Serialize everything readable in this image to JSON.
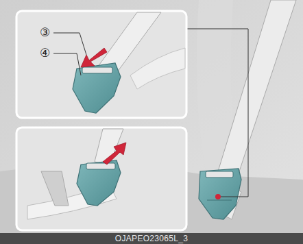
{
  "diagram": {
    "labels": [
      "③",
      "④",
      "OJAPEO23065L_3"
    ]
  }
}
